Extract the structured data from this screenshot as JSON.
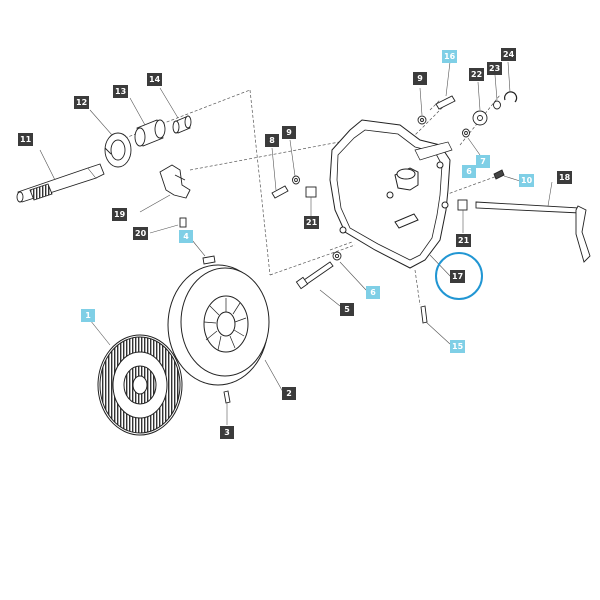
{
  "diagram": {
    "highlight_color": "#7fcfe6",
    "label_color": "#3b3b3b",
    "circle_color": "#2196d3",
    "circled_part": "17",
    "callouts": [
      {
        "id": "1",
        "highlighted": true
      },
      {
        "id": "2",
        "highlighted": false
      },
      {
        "id": "3",
        "highlighted": false
      },
      {
        "id": "4",
        "highlighted": true
      },
      {
        "id": "5",
        "highlighted": false
      },
      {
        "id": "6",
        "highlighted": true
      },
      {
        "id": "6b",
        "text": "6",
        "highlighted": true
      },
      {
        "id": "7",
        "highlighted": true
      },
      {
        "id": "8",
        "highlighted": false
      },
      {
        "id": "9",
        "highlighted": false
      },
      {
        "id": "9b",
        "text": "9",
        "highlighted": false
      },
      {
        "id": "10",
        "highlighted": true
      },
      {
        "id": "11",
        "highlighted": false
      },
      {
        "id": "12",
        "highlighted": false
      },
      {
        "id": "13",
        "highlighted": false
      },
      {
        "id": "14",
        "highlighted": false
      },
      {
        "id": "15",
        "highlighted": true
      },
      {
        "id": "16",
        "highlighted": true
      },
      {
        "id": "17",
        "highlighted": false
      },
      {
        "id": "18",
        "highlighted": false
      },
      {
        "id": "19",
        "highlighted": false
      },
      {
        "id": "20",
        "highlighted": false
      },
      {
        "id": "21",
        "highlighted": false
      },
      {
        "id": "21b",
        "text": "21",
        "highlighted": false
      },
      {
        "id": "22",
        "highlighted": false
      },
      {
        "id": "23",
        "highlighted": false
      },
      {
        "id": "24",
        "highlighted": false
      }
    ]
  }
}
